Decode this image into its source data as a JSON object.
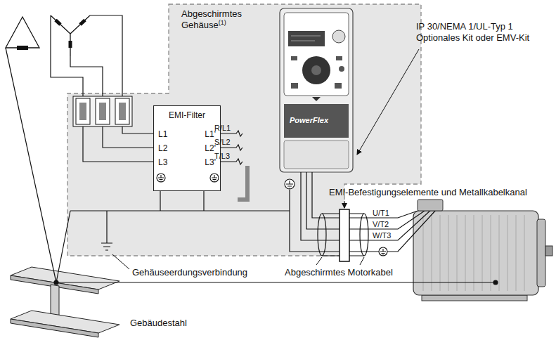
{
  "diagram": {
    "nodes": [
      {
        "text": [
          "Abgeschirmtes Gehäuse",
          "(1)"
        ]
      },
      {
        "text": [
          "EMI-Filter",
          "L1",
          "L2",
          "L3",
          "L1'",
          "L2'",
          "L3'"
        ],
        "in": 0
      }
    ],
    "labels": [
      "IP 30/NEMA 1/UL-Typ 1 Optionales Kit oder EMV-Kit",
      "EMI-Befestigungselemente und Metallkabelkanal",
      "R/L1",
      "S/L2",
      "T/L3",
      "U/T1",
      "V/T2",
      "W/T3",
      "Gehäuseerdungsverbindung",
      "Abgeschirmtes Motorkabel",
      "Gebäudestahl",
      "PowerFlex"
    ]
  }
}
